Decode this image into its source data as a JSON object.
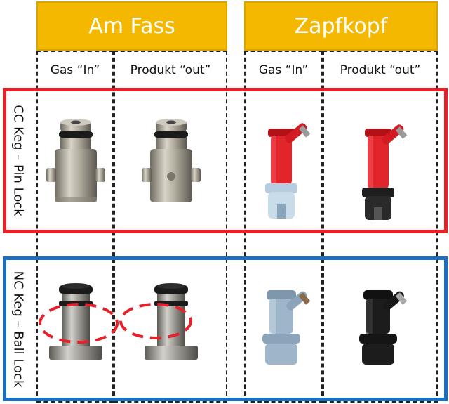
{
  "headers": {
    "am_fass": "Am Fass",
    "zapfkopf": "Zapfkopf"
  },
  "columns": {
    "fass_gas": "Gas “In”",
    "fass_produkt": "Produkt “out”",
    "zapf_gas": "Gas “In”",
    "zapf_produkt": "Produkt “out”"
  },
  "rows": {
    "cc": "CC Keg – Pin Lock",
    "nc": "NC Keg – Ball Lock"
  },
  "colors": {
    "header": "#f5b800",
    "cc_frame": "#e8202a",
    "nc_frame": "#1a6fc0",
    "highlight": "#e8202a"
  }
}
